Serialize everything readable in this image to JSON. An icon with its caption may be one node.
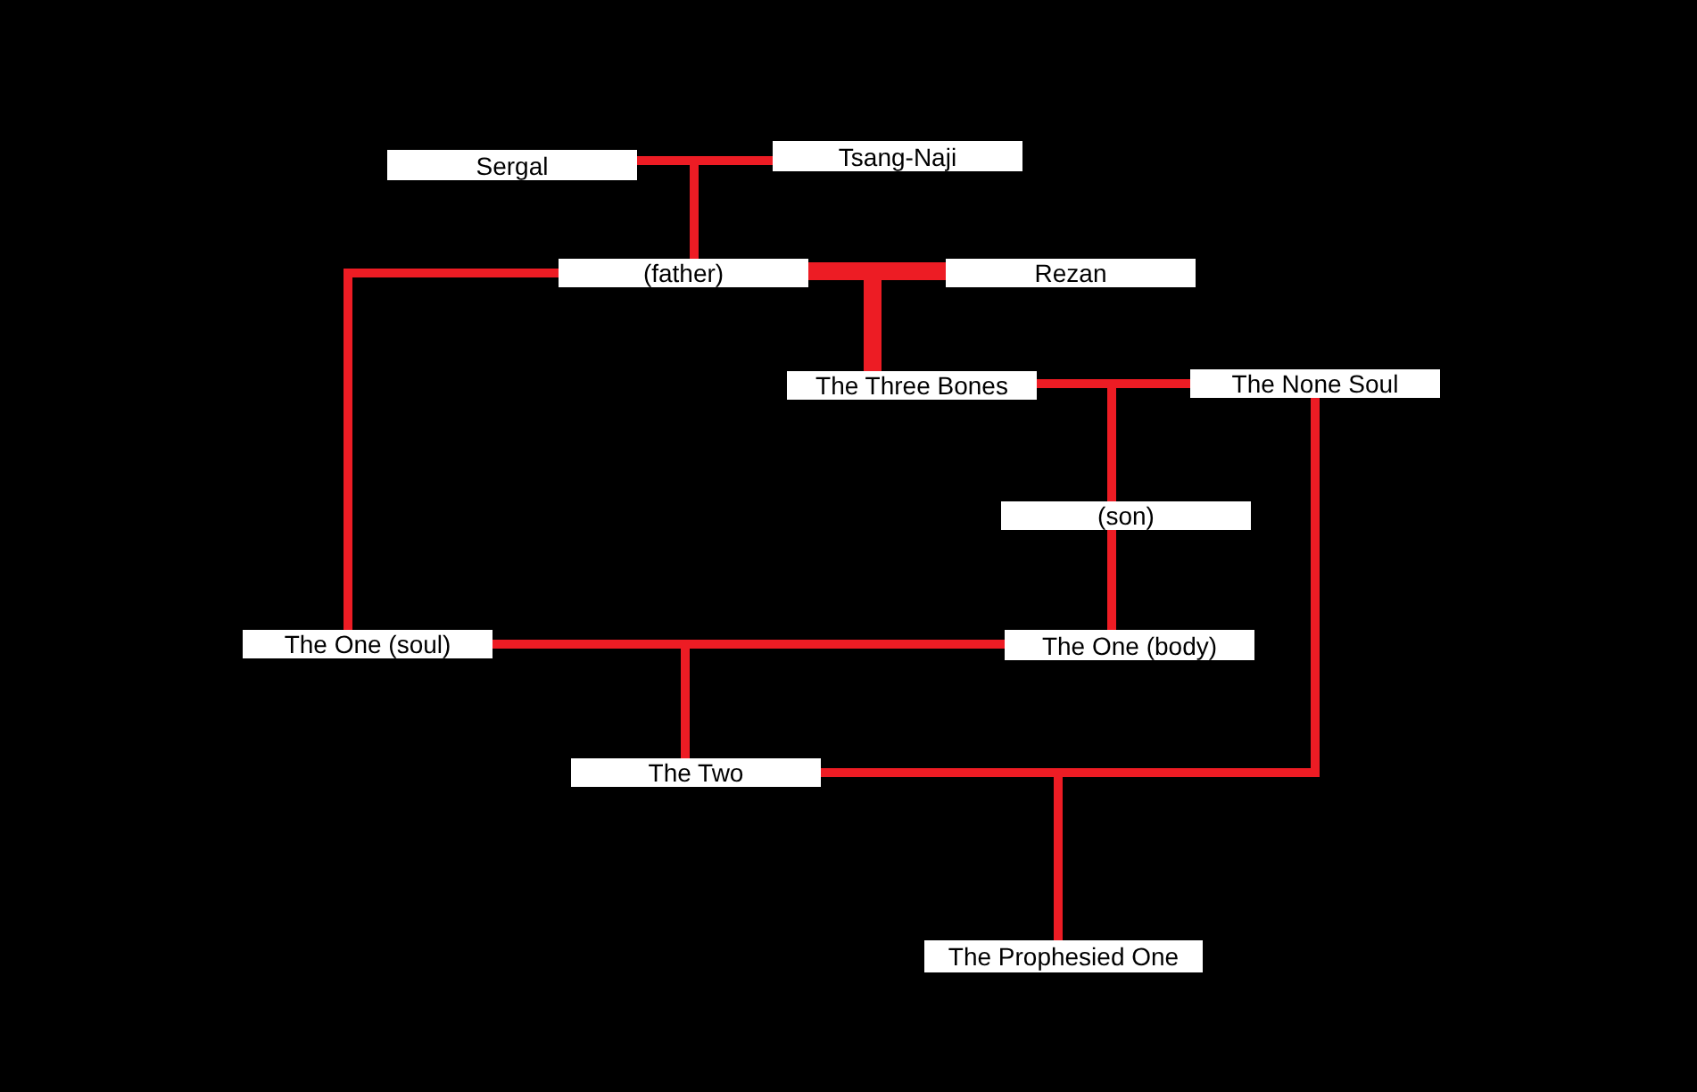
{
  "diagram": {
    "nodes": [
      {
        "text": [
          "Sergal"
        ]
      },
      {
        "text": [
          "Tsang-Naji"
        ]
      },
      {
        "text": [
          "(father)"
        ]
      },
      {
        "text": [
          "Rezan"
        ]
      },
      {
        "text": [
          "The Three Bones"
        ]
      },
      {
        "text": [
          "The None Soul"
        ]
      },
      {
        "text": [
          "(son)"
        ]
      },
      {
        "text": [
          "The One (soul)"
        ]
      },
      {
        "text": [
          "The One (body)"
        ]
      },
      {
        "text": [
          "The Two"
        ]
      },
      {
        "text": [
          "The Prophesied One"
        ]
      }
    ],
    "edges": [
      {
        "from": 0,
        "to": 1,
        "arrow": "none"
      },
      {
        "from": 0,
        "to": 2,
        "arrow": "none"
      },
      {
        "from": 1,
        "to": 2,
        "arrow": "none"
      },
      {
        "from": 2,
        "to": 3,
        "arrow": "none",
        "style": "thick"
      },
      {
        "from": 2,
        "to": 4,
        "arrow": "none",
        "style": "thick"
      },
      {
        "from": 3,
        "to": 4,
        "arrow": "none",
        "style": "thick"
      },
      {
        "from": 2,
        "to": 7,
        "arrow": "none"
      },
      {
        "from": 4,
        "to": 5,
        "arrow": "none"
      },
      {
        "from": 4,
        "to": 6,
        "arrow": "none"
      },
      {
        "from": 5,
        "to": 6,
        "arrow": "none"
      },
      {
        "from": 6,
        "to": 8,
        "arrow": "none"
      },
      {
        "from": 7,
        "to": 8,
        "arrow": "none"
      },
      {
        "from": 7,
        "to": 9,
        "arrow": "none"
      },
      {
        "from": 8,
        "to": 9,
        "arrow": "none"
      },
      {
        "from": 9,
        "to": 5,
        "arrow": "none"
      },
      {
        "from": 9,
        "to": 10,
        "arrow": "none"
      },
      {
        "from": 5,
        "to": 10,
        "arrow": "none"
      }
    ]
  }
}
